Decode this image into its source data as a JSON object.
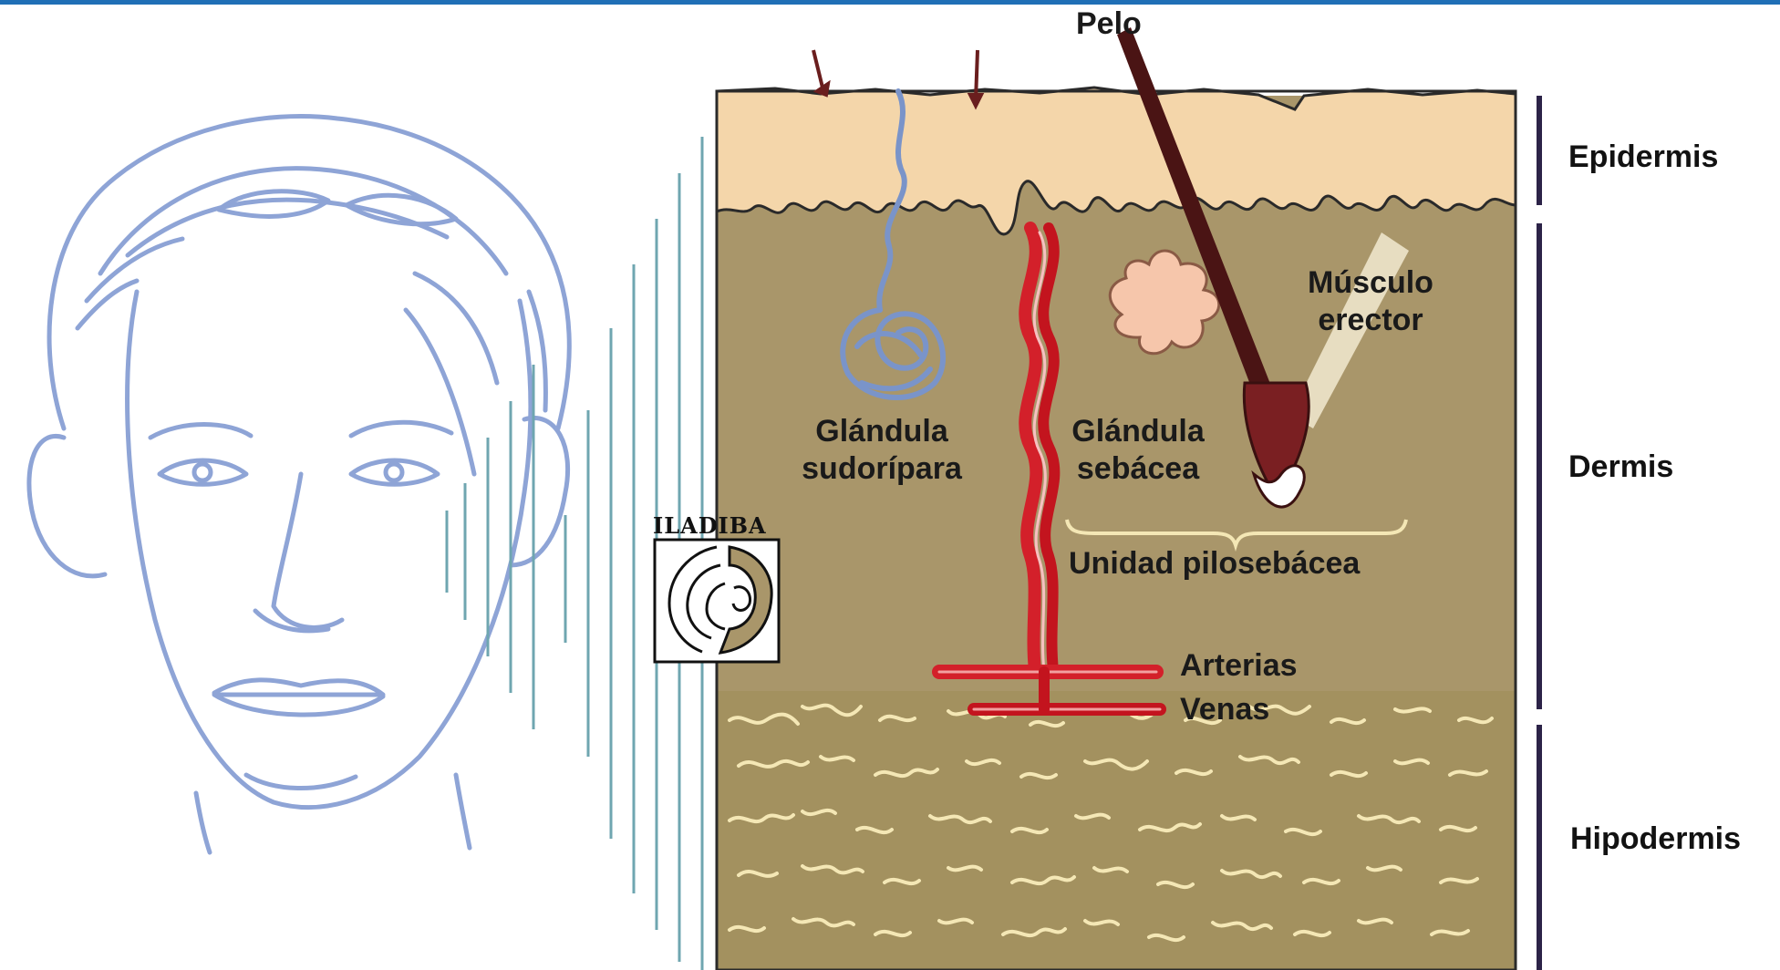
{
  "diagram": {
    "labels": {
      "hair": "Pelo",
      "sweat_gland": [
        "Glándula",
        "sudorípara"
      ],
      "sebaceous_gland": [
        "Glándula",
        "sebácea"
      ],
      "erector_muscle": [
        "Músculo",
        "erector"
      ],
      "pilosebaceous_unit": "Unidad pilosebácea",
      "arteries": "Arterias",
      "veins": "Venas"
    },
    "layers": {
      "epidermis": "Epidermis",
      "dermis": "Dermis",
      "hypodermis": "Hipodermis"
    },
    "stamp_text": "ILADIBA"
  },
  "colors": {
    "top_rule": "#1f6fb6",
    "face_outline": "#8ea4d6",
    "radiating_lines": "#6fa6b0",
    "epidermis": "#f4d6aa",
    "dermis": "#a9966a",
    "hypodermis": "#a3915f",
    "fat_squiggles": "#f4e7b5",
    "vessels": "#d3202a",
    "sweat_gland": "#7a94c9",
    "sebaceous_gland": "#f6c6ab",
    "hair": "#5a1a1a",
    "layer_brackets": "#2c2348"
  }
}
